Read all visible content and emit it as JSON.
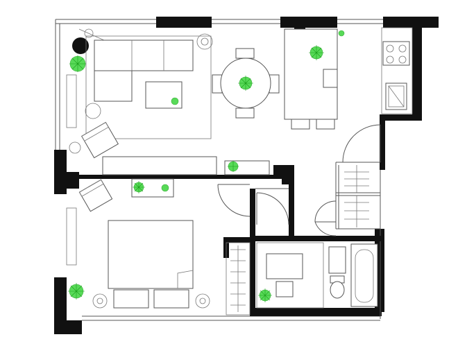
{
  "plan": {
    "wall_color": "#111111",
    "line_color": "#555555",
    "plant_color": "#3bd43b",
    "rooms": [
      "living-room",
      "dining-area",
      "kitchen",
      "bedroom",
      "bathroom",
      "wardrobe",
      "closet"
    ],
    "icons": [
      "plant-icon",
      "floor-lamp-icon",
      "armchair-icon",
      "bed-icon",
      "toilet-icon",
      "bathtub-icon",
      "stove-icon",
      "sink-icon"
    ]
  }
}
